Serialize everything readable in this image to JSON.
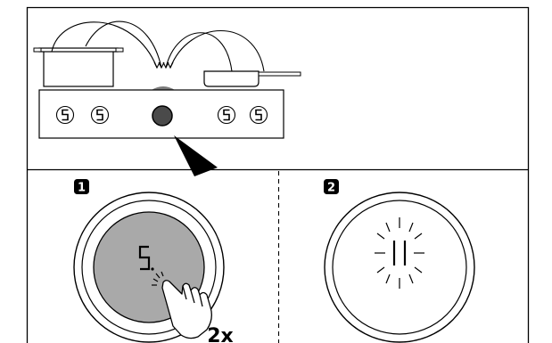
{
  "colors": {
    "line": "#000000",
    "panel_fill": "#ffffff",
    "knob_fill": "#4a4a4a",
    "pressed_fill": "#a9a9a9",
    "step_badge": "#000000"
  },
  "cooktop": {
    "zone_display_glyph": "5",
    "zone_count": 4
  },
  "steps": [
    {
      "number": "1",
      "display_glyph": "5.",
      "press_count_label": "2x"
    },
    {
      "number": "2",
      "display_glyph": "11",
      "blinking": true
    }
  ],
  "icons": {
    "pot": "cooking-pot-icon",
    "pan": "frying-pan-icon",
    "control_knob": "control-knob-icon",
    "hand": "pointing-hand-icon"
  }
}
